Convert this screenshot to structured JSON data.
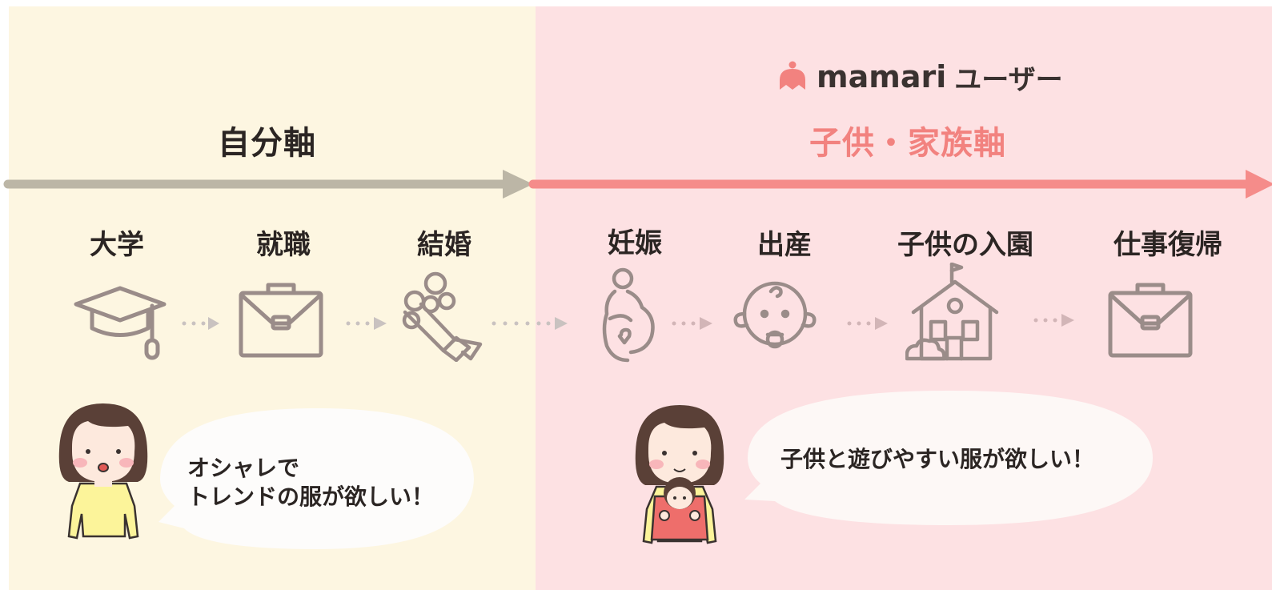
{
  "brand": {
    "logo_text": "mamari",
    "suffix": "ユーザー",
    "accent_color": "#f2827f"
  },
  "axes": {
    "self": {
      "label": "自分軸",
      "color": "#bcb6a6"
    },
    "family": {
      "label": "子供・家族軸",
      "color": "#f58c8a"
    }
  },
  "stages": [
    {
      "label": "大学",
      "icon": "graduation-cap-icon"
    },
    {
      "label": "就職",
      "icon": "briefcase-icon"
    },
    {
      "label": "結婚",
      "icon": "bouquet-icon"
    },
    {
      "label": "妊娠",
      "icon": "pregnant-woman-icon"
    },
    {
      "label": "出産",
      "icon": "baby-face-icon"
    },
    {
      "label": "子供の入園",
      "icon": "kindergarten-building-icon"
    },
    {
      "label": "仕事復帰",
      "icon": "briefcase-icon"
    }
  ],
  "bubbles": {
    "left": "オシャレで\nトレンドの服が欲しい！",
    "right": "子供と遊びやすい服が欲しい！"
  },
  "colors": {
    "left_panel": "#fdf6e1",
    "right_panel": "#fde1e3",
    "icon_stroke": "#9a8c89"
  }
}
